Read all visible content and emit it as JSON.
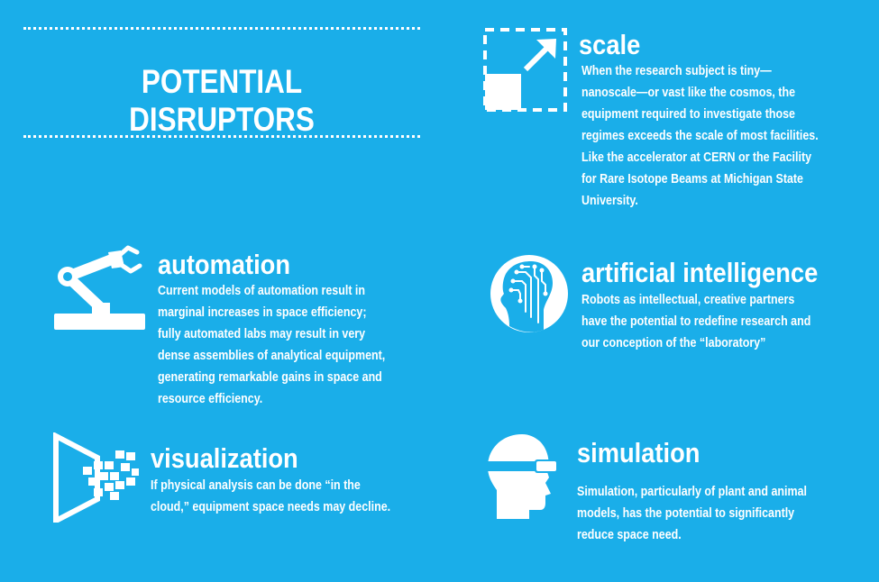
{
  "title": "POTENTIAL DISRUPTORS",
  "colors": {
    "background": "#1aaee9",
    "foreground": "#ffffff"
  },
  "sections": {
    "scale": {
      "icon": "scale-arrow-icon",
      "heading": "scale",
      "lines": [
        "When the research subject is tiny—",
        "nanoscale—or vast like the cosmos, the",
        "equipment required to investigate those",
        "regimes exceeds the scale of most facilities.",
        "Like the accelerator at CERN or the Facility",
        "for Rare Isotope Beams at Michigan State",
        "University."
      ]
    },
    "automation": {
      "icon": "robotic-arm-icon",
      "heading": "automation",
      "lines": [
        "Current models of automation result in",
        "marginal increases in space efficiency;",
        "fully automated labs may result in very",
        "dense assemblies of analytical equipment,",
        "generating remarkable gains in space and",
        "resource efficiency."
      ]
    },
    "ai": {
      "icon": "ai-head-circuit-icon",
      "heading": "artificial intelligence",
      "lines": [
        "Robots as intellectual, creative partners",
        "have the potential to redefine research and",
        "our conception of the “laboratory”"
      ]
    },
    "visualization": {
      "icon": "visualization-screen-icon",
      "heading": "visualization",
      "lines": [
        "If physical analysis can be done “in the",
        "cloud,” equipment space needs may decline."
      ]
    },
    "simulation": {
      "icon": "vr-headset-head-icon",
      "heading": "simulation",
      "lines": [
        "Simulation, particularly of plant and animal",
        "models, has the potential to significantly",
        "reduce space need."
      ]
    }
  }
}
